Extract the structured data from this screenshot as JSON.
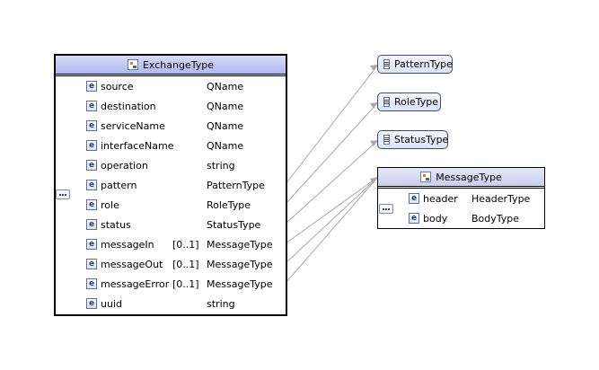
{
  "exchange_type": {
    "title": "ExchangeType",
    "elements": [
      {
        "name": "source",
        "cardinality": "",
        "type": "QName"
      },
      {
        "name": "destination",
        "cardinality": "",
        "type": "QName"
      },
      {
        "name": "serviceName",
        "cardinality": "",
        "type": "QName"
      },
      {
        "name": "interfaceName",
        "cardinality": "",
        "type": "QName"
      },
      {
        "name": "operation",
        "cardinality": "",
        "type": "string"
      },
      {
        "name": "pattern",
        "cardinality": "",
        "type": "PatternType"
      },
      {
        "name": "role",
        "cardinality": "",
        "type": "RoleType"
      },
      {
        "name": "status",
        "cardinality": "",
        "type": "StatusType"
      },
      {
        "name": "messageIn",
        "cardinality": "[0..1]",
        "type": "MessageType"
      },
      {
        "name": "messageOut",
        "cardinality": "[0..1]",
        "type": "MessageType"
      },
      {
        "name": "messageError",
        "cardinality": "[0..1]",
        "type": "MessageType"
      },
      {
        "name": "uuid",
        "cardinality": "",
        "type": "string"
      }
    ]
  },
  "simple_types": [
    {
      "name": "PatternType"
    },
    {
      "name": "RoleType"
    },
    {
      "name": "StatusType"
    }
  ],
  "message_type": {
    "title": "MessageType",
    "elements": [
      {
        "name": "header",
        "type": "HeaderType"
      },
      {
        "name": "body",
        "type": "BodyType"
      }
    ]
  },
  "element_icon_letter": "e",
  "colors": {
    "header_fill": "#aeb8ec",
    "element_icon_letter": "#1f3b8f",
    "connector": "#a8a8a8"
  }
}
